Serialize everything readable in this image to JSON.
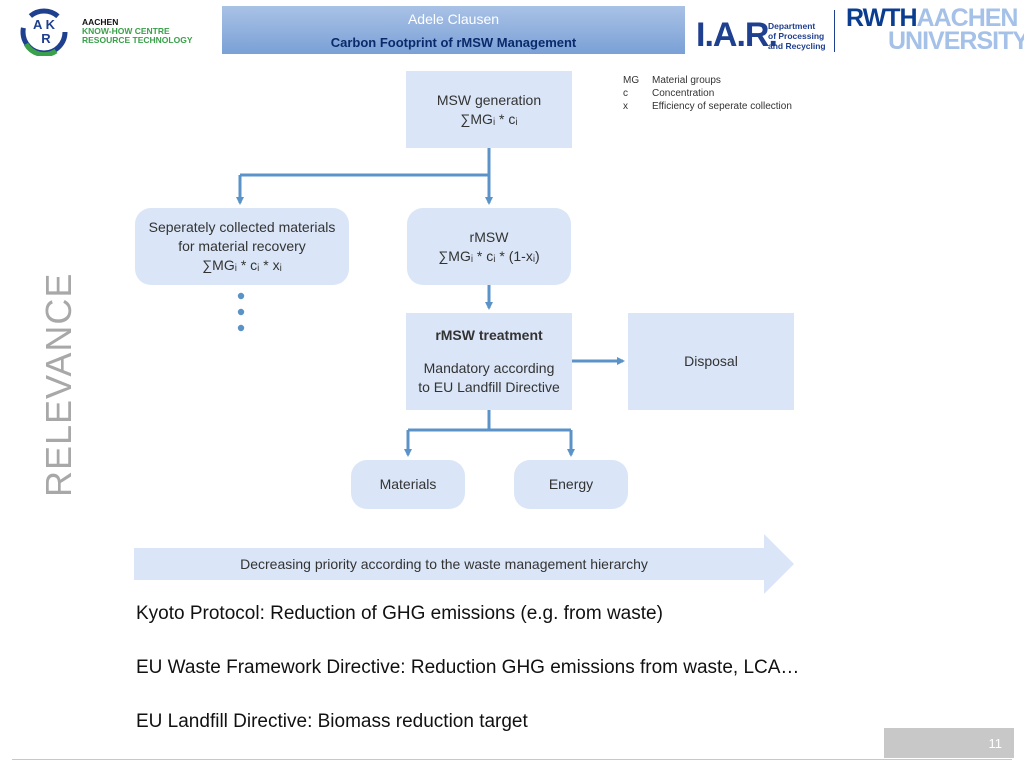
{
  "header": {
    "author": "Adele Clausen",
    "title": "Carbon Footprint of rMSW Management"
  },
  "logos": {
    "akr": {
      "mark": "AKR",
      "line1": "AACHEN",
      "line2": "KNOW-HOW CENTRE",
      "line3": "RESOURCE TECHNOLOGY"
    },
    "iar": {
      "mark": "I.A.R.",
      "dept1": "Department",
      "dept2": "of Processing",
      "dept3": "and Recycling"
    },
    "rwth": {
      "line1a": "RWTH",
      "line1b": "AACHEN",
      "line2": "UNIVERSITY"
    }
  },
  "side_label": "RELEVANCE",
  "legend": [
    {
      "symbol": "MG",
      "meaning": "Material groups"
    },
    {
      "symbol": "c",
      "meaning": "Concentration"
    },
    {
      "symbol": "x",
      "meaning": "Efficiency of seperate collection"
    }
  ],
  "flowchart": {
    "msw": {
      "title": "MSW generation",
      "formula": "∑MGᵢ * cᵢ"
    },
    "separate": {
      "line1": "Seperately collected materials",
      "line2": "for material recovery",
      "formula": "∑MGᵢ * cᵢ * xᵢ"
    },
    "rmsw": {
      "title": "rMSW",
      "formula": "∑MGᵢ * cᵢ * (1-xᵢ)"
    },
    "treatment": {
      "title": "rMSW treatment",
      "line1": "Mandatory according",
      "line2": "to EU Landfill Directive"
    },
    "disposal": {
      "title": "Disposal"
    },
    "materials": {
      "title": "Materials"
    },
    "energy": {
      "title": "Energy"
    }
  },
  "priority_arrow": "Decreasing priority according to the waste management hierarchy",
  "bullets": [
    "Kyoto Protocol: Reduction of GHG emissions (e.g. from waste)",
    "EU Waste Framework Directive: Reduction GHG emissions from waste, LCA…",
    "EU Landfill Directive: Biomass reduction target"
  ],
  "footer": {
    "page": "11"
  },
  "colors": {
    "box_fill": "#dae6f7",
    "connector": "#5b93c9",
    "header_title": "#0a2a6b",
    "rwth_blue": "#0a3d8f",
    "side_label": "#a8a8a8"
  }
}
